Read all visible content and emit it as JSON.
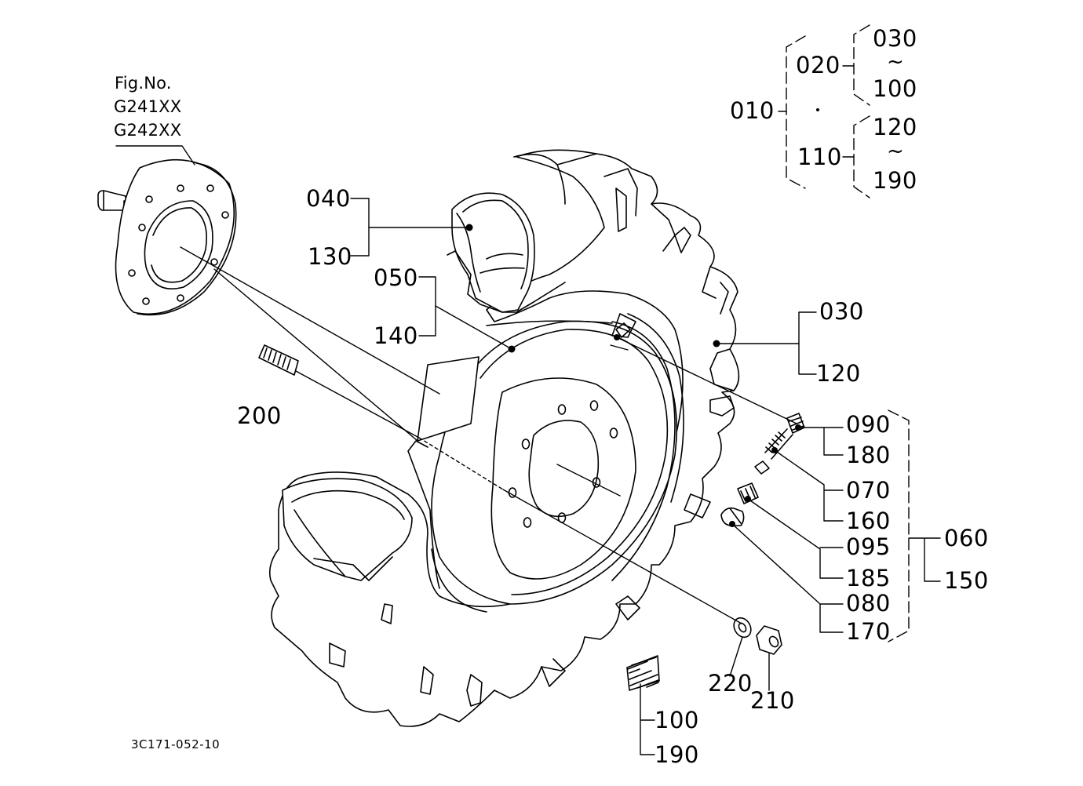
{
  "figure": {
    "fig_no_label": "Fig.No.",
    "fig_codes": [
      "G241XX",
      "G242XX"
    ],
    "drawing_code": "3C171-052-10"
  },
  "assembly": {
    "top": "010",
    "group_a": "020",
    "group_a_range": [
      "030",
      "100"
    ],
    "group_b": "110",
    "group_b_range": [
      "120",
      "190"
    ],
    "range_mark": "~",
    "separator": "."
  },
  "callouts": {
    "tube": [
      "040",
      "130"
    ],
    "rim_band": [
      "050",
      "140"
    ],
    "lug": [
      "030",
      "120"
    ],
    "stud": "200",
    "valve_cap": [
      "090",
      "180"
    ],
    "valve_core": [
      "070",
      "160"
    ],
    "valve_nut": [
      "095",
      "185"
    ],
    "valve_base": [
      "080",
      "170"
    ],
    "valve_assy": [
      "060",
      "150"
    ],
    "washer": "220",
    "nut": "210",
    "patch": [
      "100",
      "190"
    ]
  },
  "colors": {
    "line": "#000000",
    "background": "#ffffff"
  }
}
